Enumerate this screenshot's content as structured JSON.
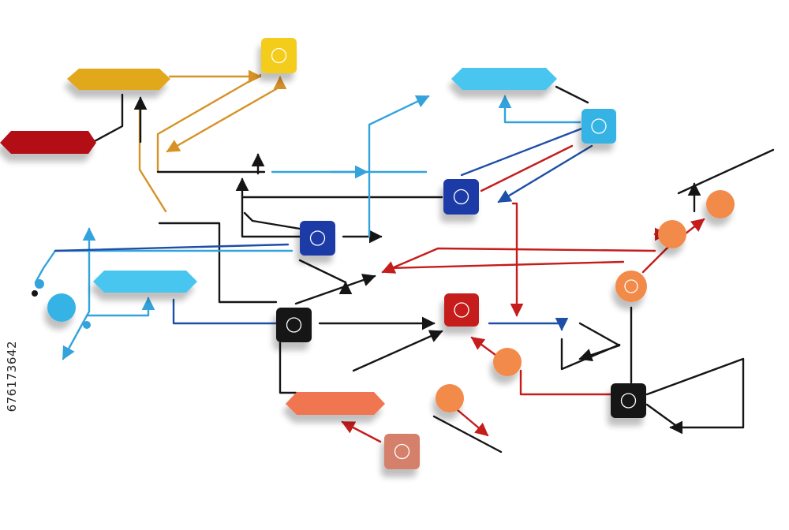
{
  "stock_id": "676173642",
  "colors": {
    "yellow": "#f4cc1a",
    "mustard": "#e1a81c",
    "orange_arrow": "#d69227",
    "sky": "#34b3e4",
    "light_blue": "#49c6ef",
    "royal": "#1d3aa6",
    "navy": "#1b3a7a",
    "red": "#c51c1c",
    "dark_red": "#b30f12",
    "coral": "#f07551",
    "orange_dot": "#f28a4a",
    "salmon": "#d4806a",
    "black": "#151515"
  },
  "diagram": {
    "nodes": [
      {
        "name": "yellow-square-node",
        "shape": "square",
        "color": "yellow"
      },
      {
        "name": "sky-square-node",
        "shape": "square",
        "color": "sky"
      },
      {
        "name": "royal-square-node-upper",
        "shape": "square",
        "color": "royal"
      },
      {
        "name": "royal-square-node-lower",
        "shape": "square",
        "color": "royal"
      },
      {
        "name": "black-square-node-left",
        "shape": "square",
        "color": "black"
      },
      {
        "name": "red-square-node",
        "shape": "square",
        "color": "red"
      },
      {
        "name": "black-square-node-right",
        "shape": "square",
        "color": "black"
      },
      {
        "name": "salmon-square-node",
        "shape": "square",
        "color": "salmon"
      },
      {
        "name": "orange-circle-node-top",
        "shape": "circle",
        "color": "orange_dot"
      },
      {
        "name": "orange-circle-node-mid",
        "shape": "circle",
        "color": "orange_dot"
      },
      {
        "name": "orange-circle-node-right",
        "shape": "circle",
        "color": "orange_dot"
      },
      {
        "name": "red-orange-circle-node",
        "shape": "circle",
        "color": "orange_dot"
      },
      {
        "name": "orange-circle-node-bottom",
        "shape": "circle",
        "color": "orange_dot"
      },
      {
        "name": "blue-circle-node",
        "shape": "circle",
        "color": "sky"
      }
    ],
    "tags": [
      {
        "name": "mustard-hexagon-tag",
        "color": "mustard"
      },
      {
        "name": "red-arrow-tag",
        "color": "dark_red"
      },
      {
        "name": "light-blue-hexagon-tag-top",
        "color": "light_blue"
      },
      {
        "name": "light-blue-hexagon-tag-left",
        "color": "light_blue"
      },
      {
        "name": "coral-hexagon-tag",
        "color": "coral"
      }
    ]
  }
}
